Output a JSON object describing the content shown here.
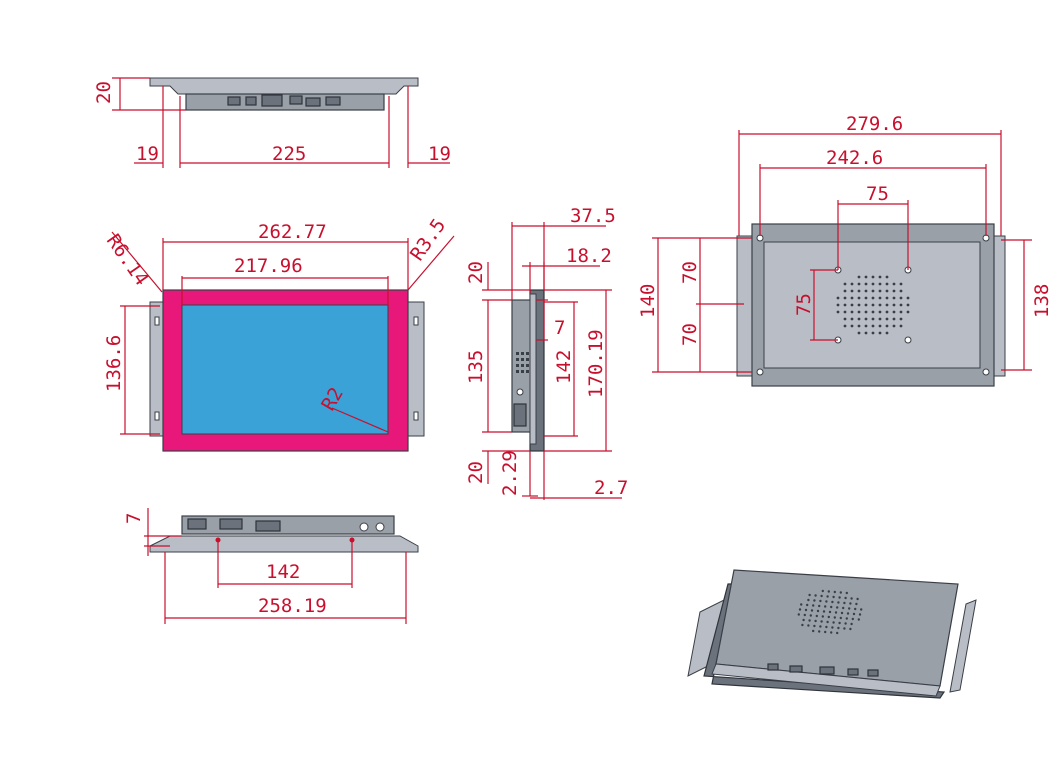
{
  "colors": {
    "dimension": "#c8102e",
    "bezel": "#e8177a",
    "screen": "#3aa2d6",
    "metal": "#9aa0a8",
    "outline": "#3a3f47"
  },
  "top_view": {
    "height": "20",
    "left_offset": "19",
    "inner_width": "225",
    "right_offset": "19"
  },
  "front_view": {
    "overall_width": "262.77",
    "screen_width": "217.96",
    "left_radius": "R6.14",
    "right_radius": "R3.5",
    "height": "136.6",
    "corner_radius": "R2"
  },
  "side_view": {
    "depth": "37.5",
    "body_depth": "18.2",
    "top_margin": "20",
    "bottom_margin": "20",
    "inner_height": "135",
    "bracket_offset": "7",
    "height_142": "142",
    "overall_height": "170.19",
    "front_thickness": "2.29",
    "rear_offset": "2.7"
  },
  "bottom_view": {
    "flange": "7",
    "hole_spacing": "142",
    "overall_width": "258.19"
  },
  "rear_view": {
    "overall_width": "279.6",
    "mount_width": "242.6",
    "vesa_horizontal": "75",
    "vesa_vertical": "75",
    "overall_height": "140",
    "half_upper": "70",
    "half_lower": "70",
    "mount_height": "138"
  }
}
